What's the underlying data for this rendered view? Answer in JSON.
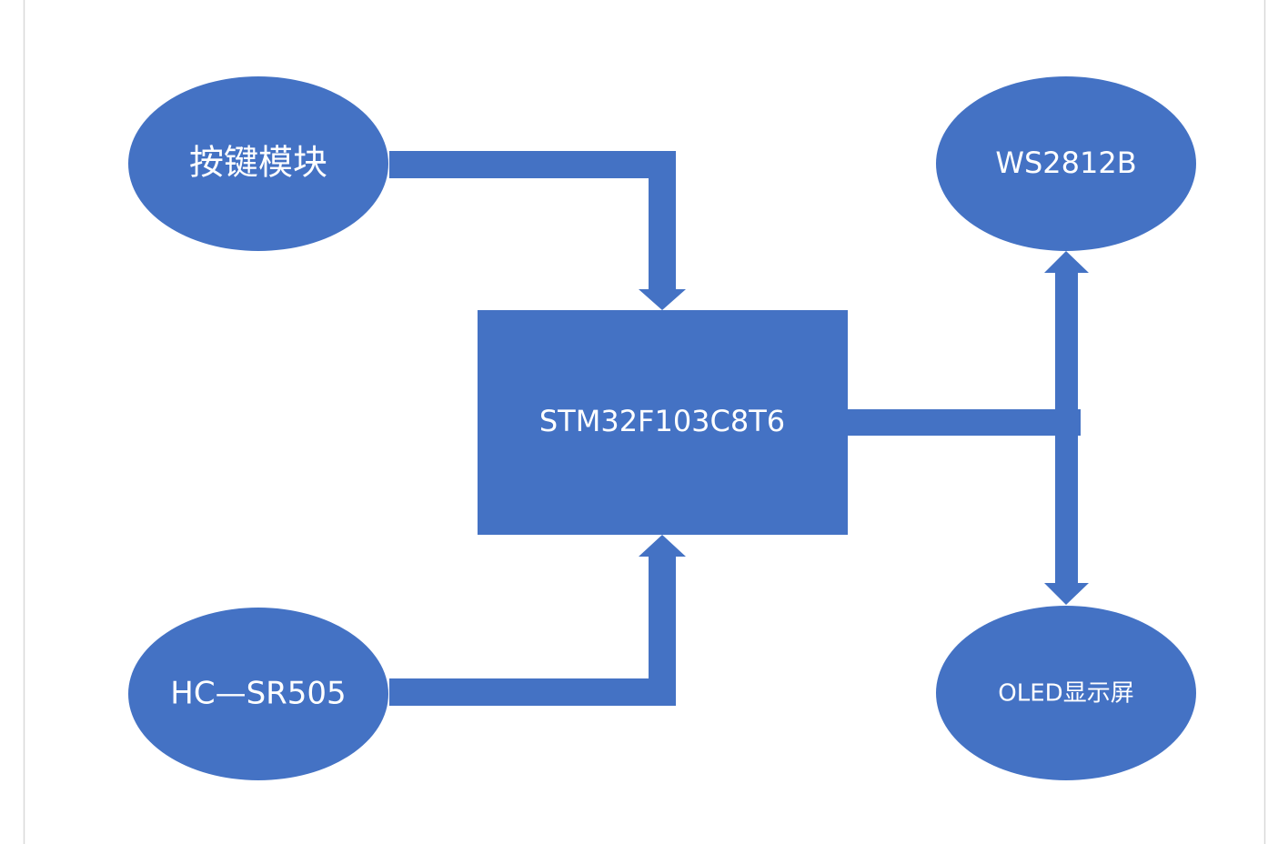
{
  "diagram": {
    "fill_color": "#4472c4",
    "border_color": "#d9d9d9",
    "background": "#ffffff",
    "nodes": {
      "keypad": {
        "label": "按键模块",
        "shape": "ellipse"
      },
      "sensor": {
        "label": "HC—SR505",
        "shape": "ellipse"
      },
      "mcu": {
        "label": "STM32F103C8T6",
        "shape": "rectangle"
      },
      "led": {
        "label": "WS2812B",
        "shape": "ellipse"
      },
      "oled": {
        "label": "OLED显示屏",
        "shape": "ellipse"
      }
    },
    "connections": [
      {
        "from": "keypad",
        "to": "mcu",
        "arrow": "single"
      },
      {
        "from": "sensor",
        "to": "mcu",
        "arrow": "single"
      },
      {
        "from": "mcu",
        "to": "led",
        "arrow": "single"
      },
      {
        "from": "mcu",
        "to": "oled",
        "arrow": "single"
      }
    ]
  }
}
